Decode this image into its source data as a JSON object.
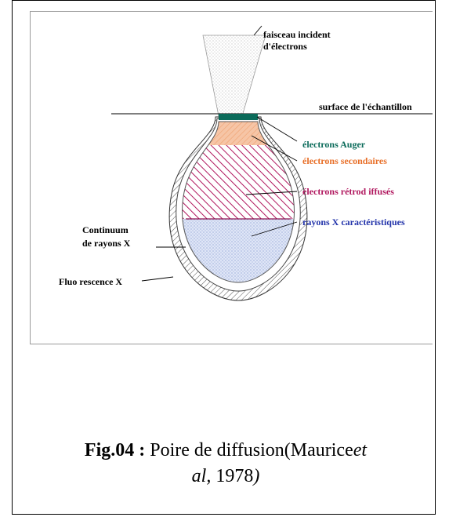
{
  "diagram": {
    "labels": {
      "incident_beam_line1": "faisceau incident",
      "incident_beam_line2": "d'électrons",
      "sample_surface": "surface de l'échantillon",
      "auger": "électrons Auger",
      "secondary": "électrons secondaires",
      "backscattered": "électrons rétrod iffusés",
      "xray_characteristic": "rayons X caractéristiques",
      "continuum_line1": "Continuum",
      "continuum_line2": "de rayons X",
      "fluorescence": "Fluo rescence X"
    },
    "colors": {
      "auger": "#0b6b5a",
      "secondary": "#e8702a",
      "backscattered": "#b0175e",
      "xray": "#2233aa",
      "text": "#000000"
    }
  },
  "caption": {
    "fig_label": "Fig.04 :",
    "text": " Poire de diffusion(Maurice",
    "italic_et": "et",
    "italic_al": "al,",
    "year": " 1978",
    "closing": ")"
  }
}
